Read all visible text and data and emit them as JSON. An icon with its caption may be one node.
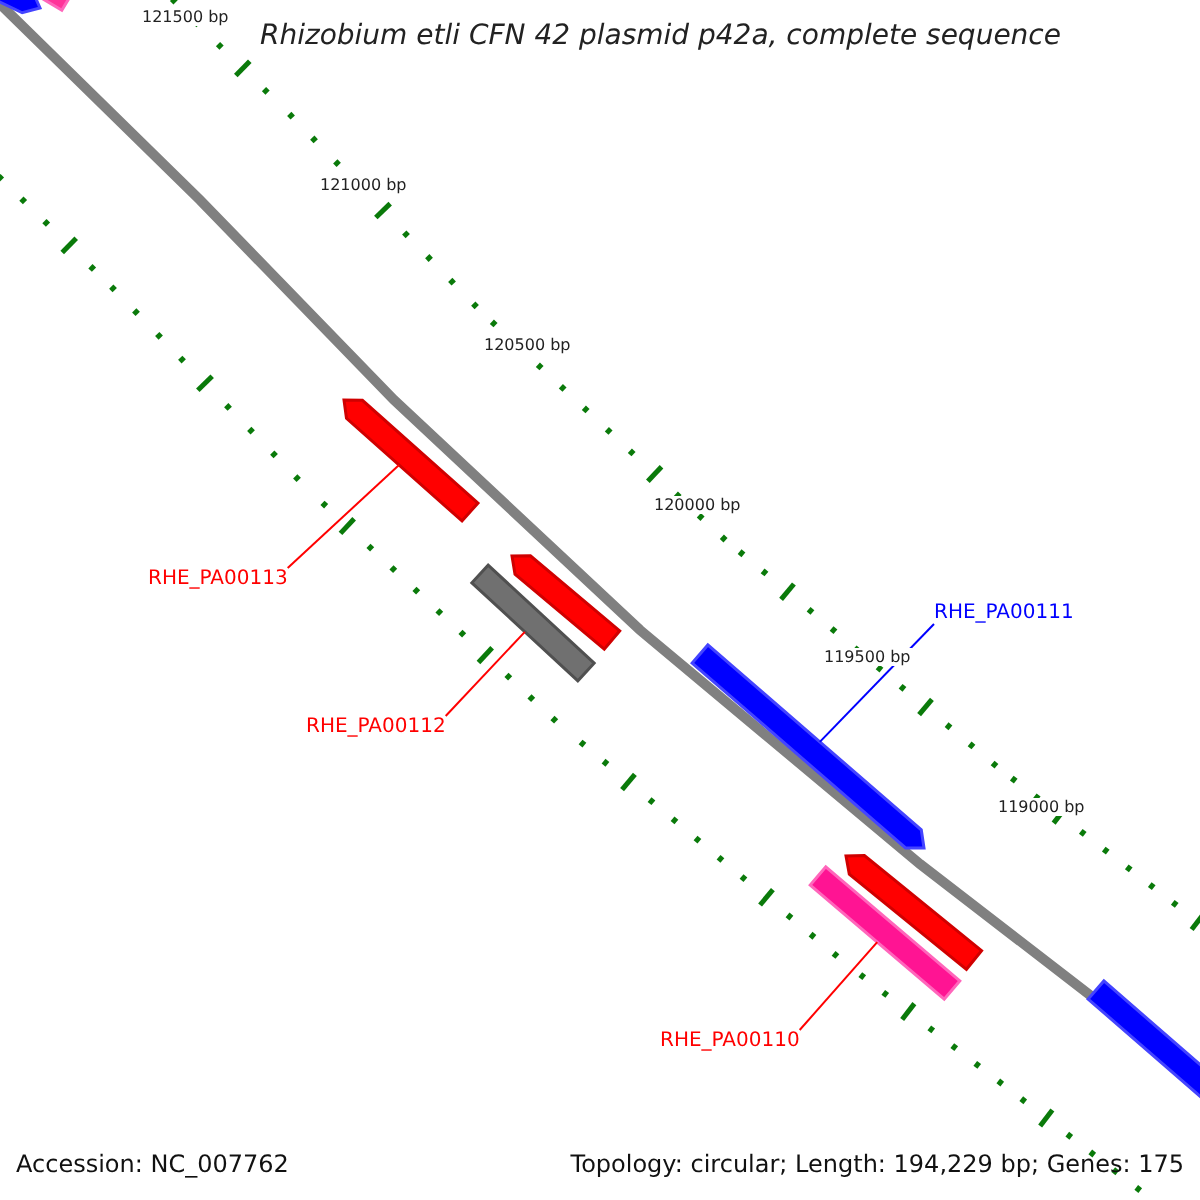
{
  "diagram": {
    "title": "Rhizobium etli CFN 42 plasmid p42a, complete sequence",
    "nodes": [
      {
        "text": [
          "RHE_PA00113"
        ]
      },
      {
        "text": [],
        "shape": "bar"
      },
      {
        "text": [],
        "shape": "bar"
      },
      {
        "text": [
          "RHE_PA00111"
        ]
      },
      {
        "text": [
          "RHE_PA00112"
        ]
      },
      {
        "text": [],
        "shape": "bar"
      },
      {
        "text": [],
        "shape": "bar"
      },
      {
        "text": [
          "RHE_PA00110"
        ]
      },
      {
        "text": [],
        "shape": "bar"
      },
      {
        "text": [],
        "shape": "bar"
      },
      {
        "text": [],
        "shape": "bar"
      },
      {
        "text": [],
        "shape": "bar"
      },
      {
        "text": [],
        "shape": "bar"
      }
    ],
    "edges": [
      {
        "from": 0,
        "to": 1,
        "arrow": "none"
      },
      {
        "from": 4,
        "to": 2,
        "arrow": "none"
      },
      {
        "from": 3,
        "to": 5,
        "arrow": "none",
        "color": "#0000ff"
      },
      {
        "from": 7,
        "to": 6,
        "arrow": "none"
      }
    ],
    "labels": [
      "121500 bp",
      "121000 bp",
      "120500 bp",
      "120000 bp",
      "119500 bp",
      "119000 bp",
      "Accession: NC_007762",
      "Topology: circular; Length: 194,229 bp; Genes: 175"
    ]
  }
}
